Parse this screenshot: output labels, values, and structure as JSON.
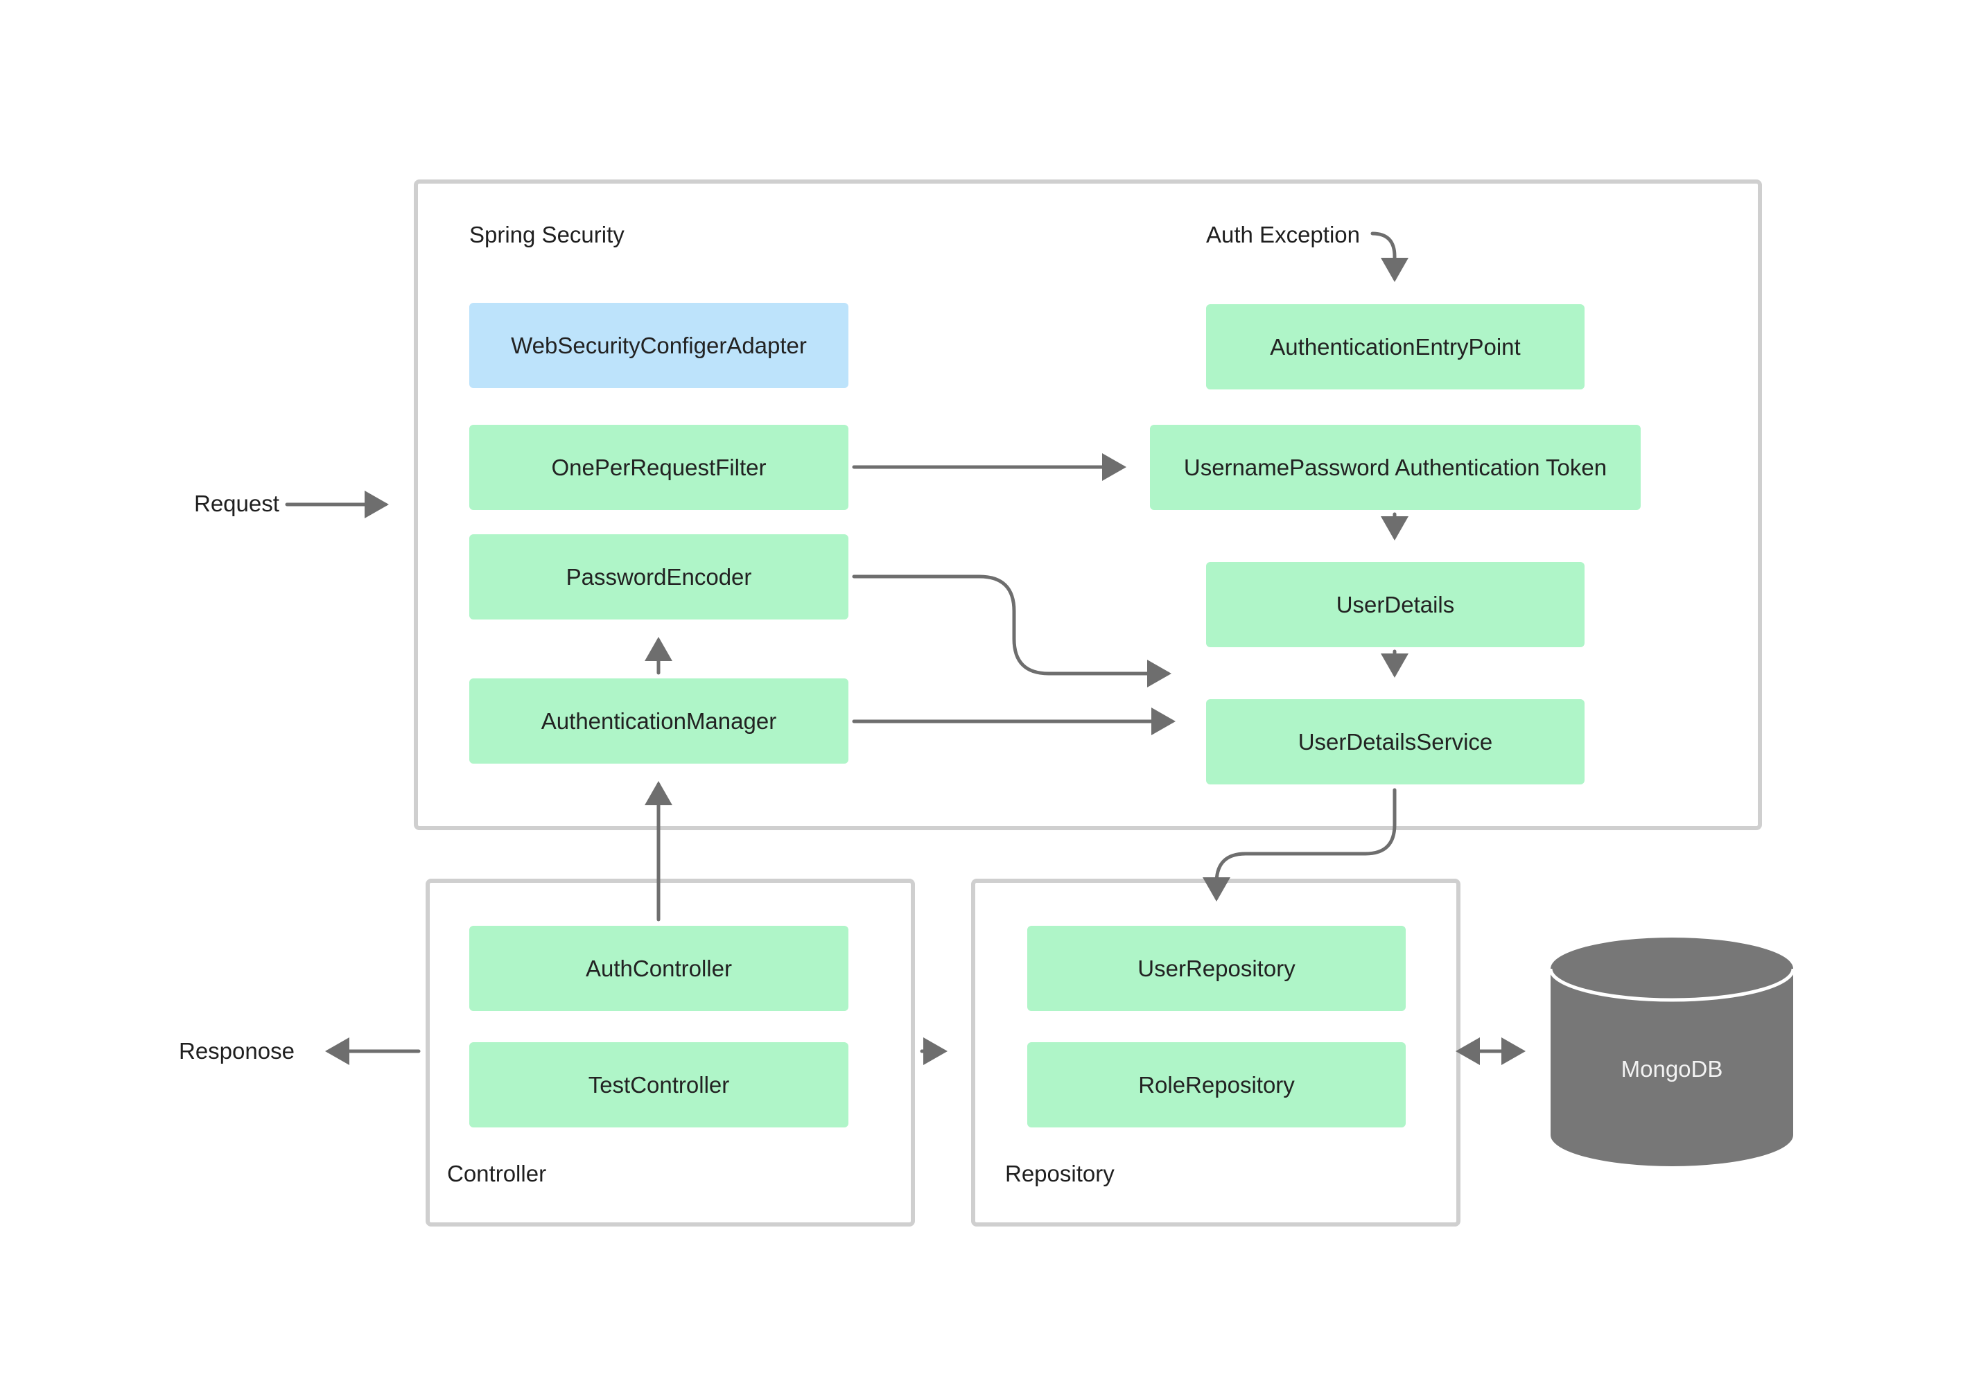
{
  "groups": {
    "spring_security": "Spring Security",
    "controller": "Controller",
    "repository": "Repository"
  },
  "components": {
    "web_security_configurer": "WebSecurityConfigerAdapter",
    "one_per_request_filter": "OnePerRequestFilter",
    "password_encoder": "PasswordEncoder",
    "authentication_manager": "AuthenticationManager",
    "authentication_entry_point": "AuthenticationEntryPoint",
    "username_password_token": "UsernamePassword Authentication Token",
    "user_details": "UserDetails",
    "user_details_service": "UserDetailsService",
    "auth_controller": "AuthController",
    "test_controller": "TestController",
    "user_repository": "UserRepository",
    "role_repository": "RoleRepository",
    "database": "MongoDB"
  },
  "annotations": {
    "request": "Request",
    "response": "Responose",
    "auth_exception": "Auth Exception"
  },
  "colors": {
    "component_fill": "#aff5c8",
    "config_fill": "#bde3fb",
    "frame_border": "#cfcfcf",
    "arrow": "#6e6e6e",
    "database_fill": "#777777"
  }
}
